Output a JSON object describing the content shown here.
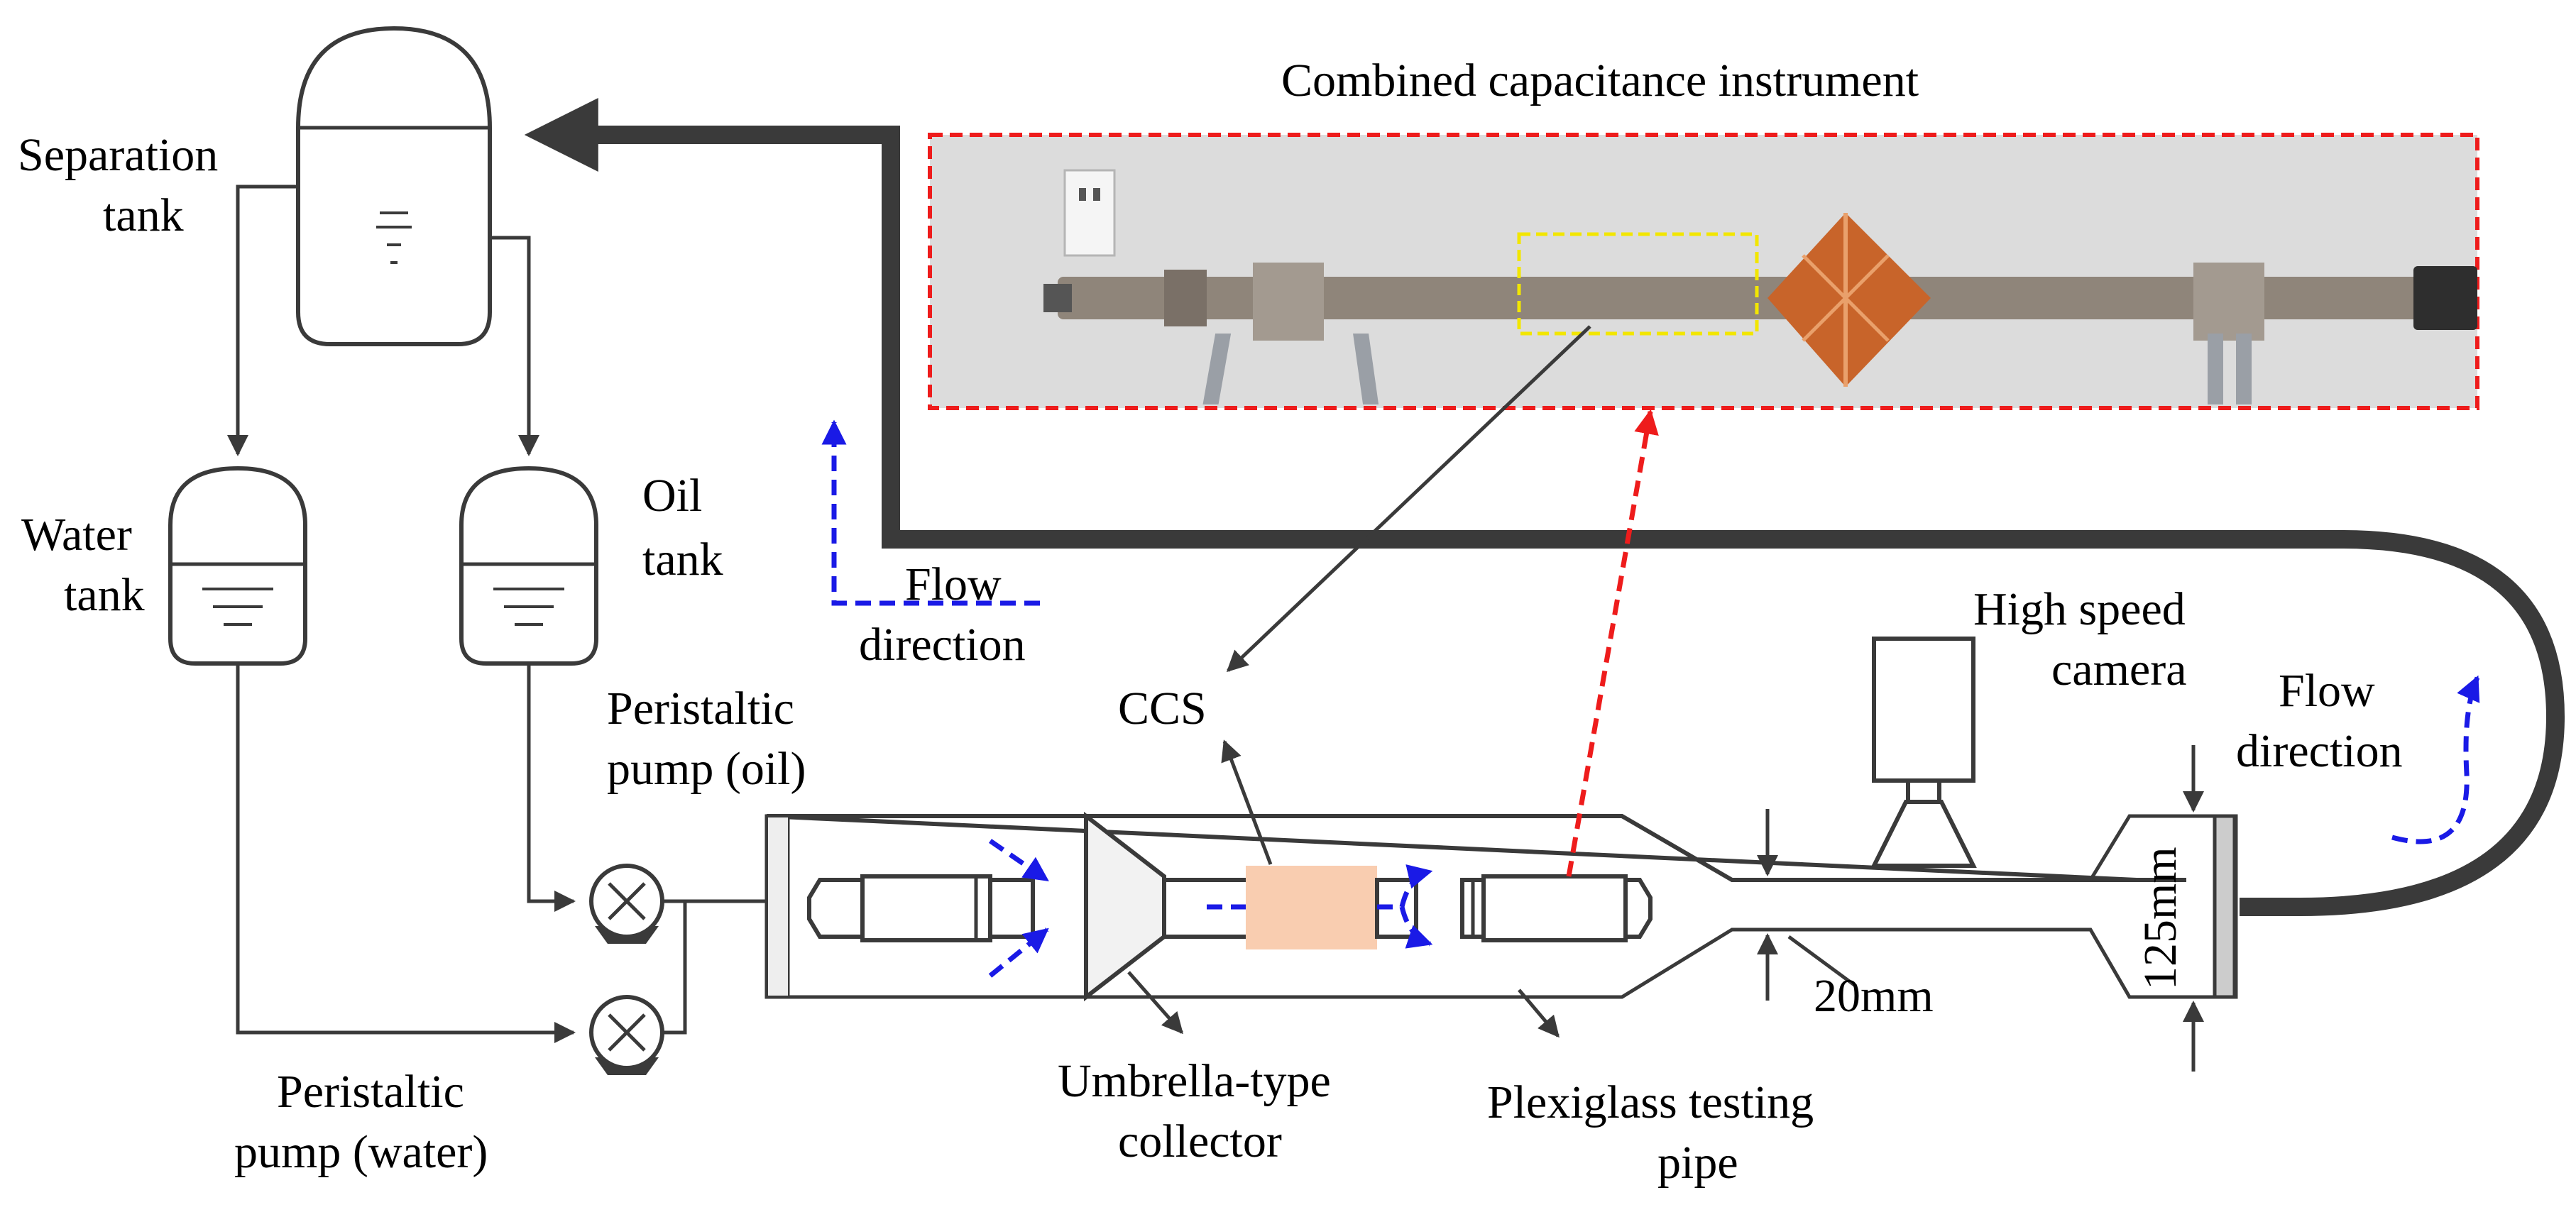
{
  "labels": {
    "separation_tank_line1": "Separation",
    "separation_tank_line2": "tank",
    "water_tank_line1": "Water",
    "water_tank_line2": "tank",
    "oil_tank_line1": "Oil",
    "oil_tank_line2": "tank",
    "pump_oil_line1": "Peristaltic",
    "pump_oil_line2": "pump (oil)",
    "pump_water_line1": "Peristaltic",
    "pump_water_line2": "pump (water)",
    "flow_direction_left_line1": "Flow",
    "flow_direction_left_line2": "direction",
    "flow_direction_right_line1": "Flow",
    "flow_direction_right_line2": "direction",
    "combined_capacitance": "Combined capacitance instrument",
    "ccs": "CCS",
    "high_speed_camera_line1": "High speed",
    "high_speed_camera_line2": "camera",
    "umbrella_collector_line1": "Umbrella-type",
    "umbrella_collector_line2": "collector",
    "plexiglass_pipe_line1": "Plexiglass testing",
    "plexiglass_pipe_line2": "pipe",
    "dim_20mm": "20mm",
    "dim_125mm": "125mm"
  },
  "colors": {
    "line": "#3a3a3a",
    "flow_arrow": "#1a1ae6",
    "highlight_red": "#ee1c1c",
    "highlight_yellow": "#f2e600",
    "ccs_block": "#f9cdb0",
    "photo_bg": "#dcdcdc",
    "cone_orange": "#c8642a"
  }
}
